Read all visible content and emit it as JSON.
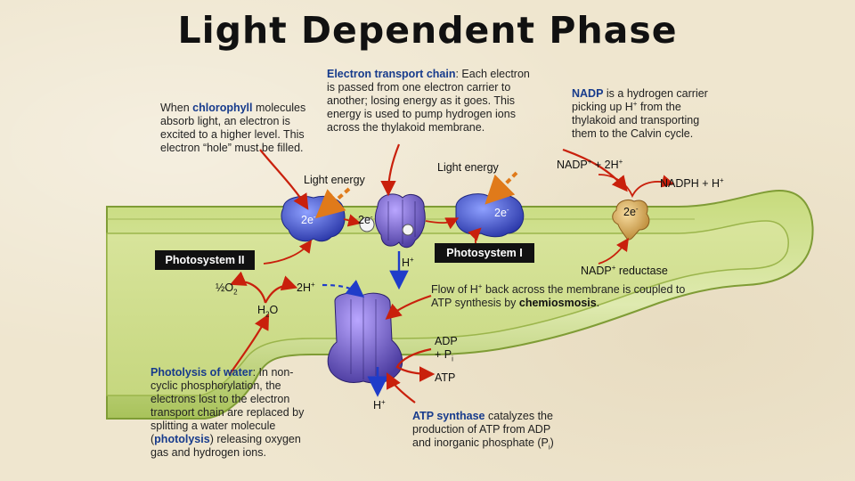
{
  "title": "Light Dependent Phase",
  "chlorophyll_note": {
    "pre": "When ",
    "keyword": "chlorophyll",
    "post": " molecules absorb light, an electron is excited to a higher level. This electron “hole” must be filled."
  },
  "etc_note": {
    "keyword": "Electron transport chain",
    "post": ": Each electron is passed from one electron carrier to another; losing energy as it goes. This energy is used to pump hydrogen ions across the thylakoid membrane."
  },
  "nadp_note": {
    "keyword": "NADP",
    "post_a": " is a hydrogen carrier picking up H",
    "post_b": " from the thylakoid and transporting them to the Calvin cycle."
  },
  "labels": {
    "light_energy_1": "Light energy",
    "light_energy_2": "Light energy",
    "nadp_plus": "NADP",
    "nadp_plus_tail": " + 2H",
    "nadph": "NADPH + H",
    "e1": "2e",
    "e2": "2e",
    "e3": "2e",
    "e4": "2e",
    "photosystem_ii": "Photosystem II",
    "photosystem_i": "Photosystem I",
    "h_plus_1": "H",
    "h_plus_2": "H",
    "two_h_plus": "2H",
    "half_o2": "½O",
    "h2o_a": "H",
    "h2o_b": "O",
    "nadp_reductase": "NADP",
    "nadp_reductase_tail": " reductase",
    "adp_line1": "ADP",
    "adp_line2": "+ P",
    "atp": "ATP",
    "sub_2": "2",
    "sub_i": "i",
    "sup_plus": "+",
    "sup_minus": "-"
  },
  "chemiosmosis_note": {
    "pre_a": "Flow of H",
    "pre_b": " back across the membrane is coupled to ATP synthesis by ",
    "keyword": "chemiosmosis",
    "post": "."
  },
  "photolysis_note": {
    "keyword": "Photolysis of water",
    "post_a": ": In non-cyclic phosphorylation, the electrons lost to the electron transport chain are replaced by splitting a water molecule (",
    "keyword2": "photolysis",
    "post_b": ") releasing oxygen gas and hydrogen ions."
  },
  "atp_synthase_note": {
    "keyword": "ATP synthase",
    "post_a": " catalyzes the production of ATP from  ADP and inorganic phosphate (P",
    "post_b": ")"
  },
  "colors": {
    "membrane": "#8fb04a",
    "membrane_light": "#d9e7a3",
    "stroma_band": "#7a9a2e",
    "protein_blue": "#3f52c9",
    "protein_purple": "#6f58c7",
    "reductase": "#d9a84e",
    "arrow_red": "#c9200c",
    "arrow_orange": "#e07a1a",
    "arrow_blue": "#1f3cc9",
    "keyword_blue": "#173b8c"
  }
}
